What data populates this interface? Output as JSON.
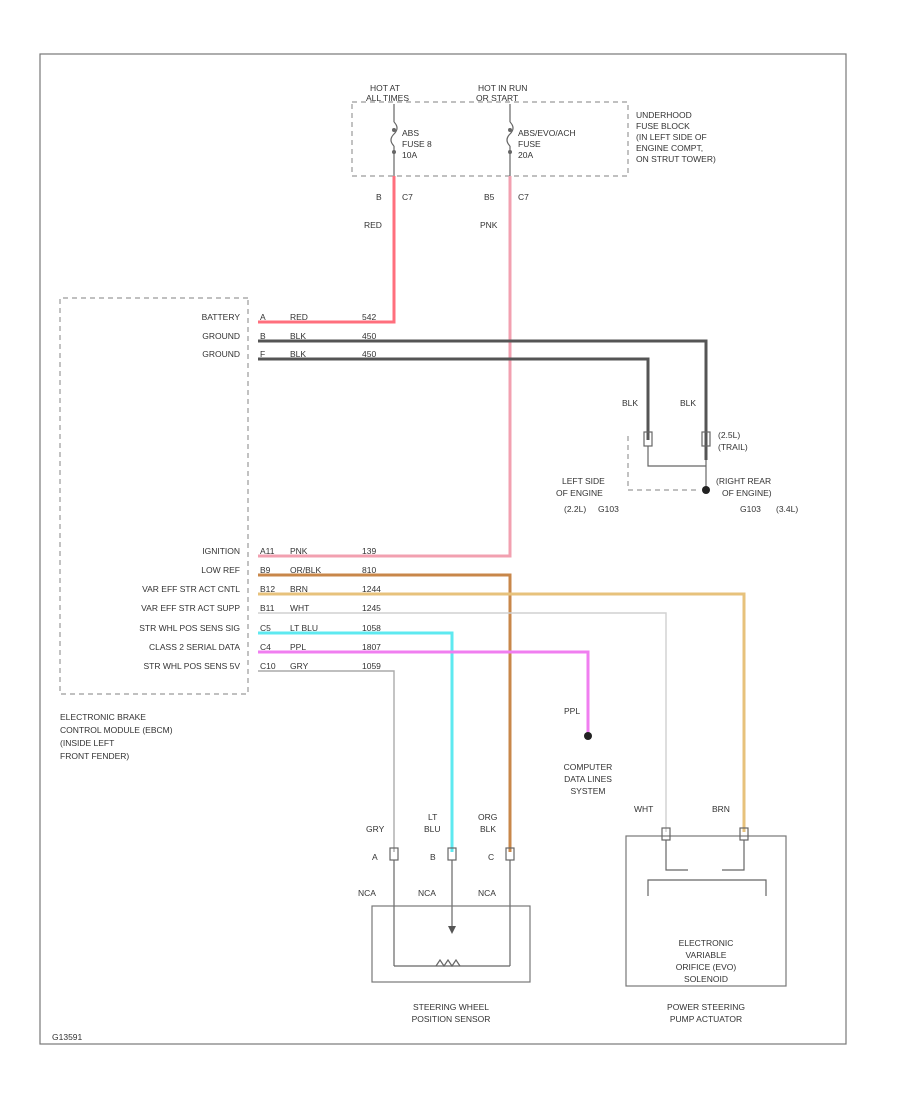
{
  "diagram": {
    "fuse_block": {
      "hot1": [
        "HOT AT",
        "ALL TIMES"
      ],
      "hot2": [
        "HOT IN RUN",
        "OR START"
      ],
      "fuse1": [
        "ABS",
        "FUSE 8",
        "10A"
      ],
      "fuse2": [
        "ABS/EVO/ACH",
        "FUSE",
        "20A"
      ],
      "location": [
        "UNDERHOOD",
        "FUSE BLOCK",
        "(IN LEFT SIDE OF",
        "ENGINE COMPT,",
        "ON STRUT TOWER)"
      ],
      "pin1": "B",
      "conn1": "C7",
      "pin2": "B5",
      "conn2": "C7",
      "wire1": "RED",
      "wire2": "PNK"
    },
    "module_rows": [
      {
        "name": "BATTERY",
        "pin": "A",
        "color": "RED",
        "circuit": "542"
      },
      {
        "name": "GROUND",
        "pin": "B",
        "color": "BLK",
        "circuit": "450"
      },
      {
        "name": "GROUND",
        "pin": "F",
        "color": "BLK",
        "circuit": "450"
      },
      {
        "name": "IGNITION",
        "pin": "A11",
        "color": "PNK",
        "circuit": "139"
      },
      {
        "name": "LOW REF",
        "pin": "B9",
        "color": "OR/BLK",
        "circuit": "810"
      },
      {
        "name": "VAR EFF STR ACT CNTL",
        "pin": "B12",
        "color": "BRN",
        "circuit": "1244"
      },
      {
        "name": "VAR EFF STR ACT SUPP",
        "pin": "B11",
        "color": "WHT",
        "circuit": "1245"
      },
      {
        "name": "STR WHL POS SENS SIG",
        "pin": "C5",
        "color": "LT BLU",
        "circuit": "1058"
      },
      {
        "name": "CLASS 2 SERIAL DATA",
        "pin": "C4",
        "color": "PPL",
        "circuit": "1807"
      },
      {
        "name": "STR WHL POS SENS 5V",
        "pin": "C10",
        "color": "GRY",
        "circuit": "1059"
      }
    ],
    "module_label": [
      "ELECTRONIC BRAKE",
      "CONTROL MODULE (EBCM)",
      "(INSIDE LEFT",
      "FRONT FENDER)"
    ],
    "ground": {
      "wire1": "BLK",
      "wire2": "BLK",
      "engine_label": [
        "(2.5L)",
        "(TRAIL)"
      ],
      "left_label": [
        "LEFT SIDE",
        "OF ENGINE",
        "(2.2L)"
      ],
      "left_code": "G103",
      "right_label": [
        "(RIGHT REAR",
        "OF ENGINE)"
      ],
      "right_code": "G103",
      "right_engine": "(3.4L)"
    },
    "data_link": {
      "wire": "PPL",
      "label": [
        "COMPUTER",
        "DATA LINES",
        "SYSTEM"
      ]
    },
    "sensor": {
      "wires": [
        "GRY",
        "LT",
        "BLU",
        "ORG",
        "BLK"
      ],
      "pins": [
        "A",
        "B",
        "C"
      ],
      "nca": [
        "NCA",
        "NCA",
        "NCA"
      ],
      "label": [
        "STEERING WHEEL",
        "POSITION SENSOR"
      ]
    },
    "actuator": {
      "wires": [
        "WHT",
        "BRN"
      ],
      "solenoid": [
        "ELECTRONIC",
        "VARIABLE",
        "ORIFICE (EVO)",
        "SOLENOID"
      ],
      "label": [
        "POWER STEERING",
        "PUMP ACTUATOR"
      ]
    },
    "footer_code": "G13591"
  }
}
